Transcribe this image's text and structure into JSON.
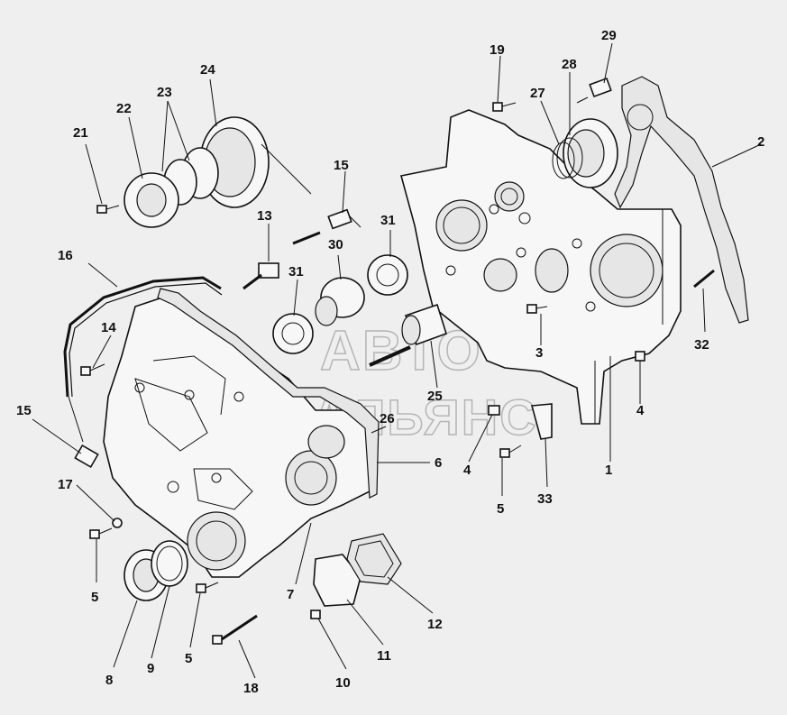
{
  "watermark": {
    "line1": "АВТО",
    "line2": "АЛЬЯНС"
  },
  "callouts": [
    {
      "id": "c1",
      "text": "1"
    },
    {
      "id": "c2",
      "text": "2"
    },
    {
      "id": "c3",
      "text": "3"
    },
    {
      "id": "c4a",
      "text": "4"
    },
    {
      "id": "c4b",
      "text": "4"
    },
    {
      "id": "c5a",
      "text": "5"
    },
    {
      "id": "c5b",
      "text": "5"
    },
    {
      "id": "c5c",
      "text": "5"
    },
    {
      "id": "c6",
      "text": "6"
    },
    {
      "id": "c7",
      "text": "7"
    },
    {
      "id": "c8",
      "text": "8"
    },
    {
      "id": "c9",
      "text": "9"
    },
    {
      "id": "c10",
      "text": "10"
    },
    {
      "id": "c11",
      "text": "11"
    },
    {
      "id": "c12",
      "text": "12"
    },
    {
      "id": "c13",
      "text": "13"
    },
    {
      "id": "c14",
      "text": "14"
    },
    {
      "id": "c15a",
      "text": "15"
    },
    {
      "id": "c15b",
      "text": "15"
    },
    {
      "id": "c16",
      "text": "16"
    },
    {
      "id": "c17",
      "text": "17"
    },
    {
      "id": "c18",
      "text": "18"
    },
    {
      "id": "c19",
      "text": "19"
    },
    {
      "id": "c21",
      "text": "21"
    },
    {
      "id": "c22",
      "text": "22"
    },
    {
      "id": "c23",
      "text": "23"
    },
    {
      "id": "c24",
      "text": "24"
    },
    {
      "id": "c25",
      "text": "25"
    },
    {
      "id": "c26",
      "text": "26"
    },
    {
      "id": "c27",
      "text": "27"
    },
    {
      "id": "c28",
      "text": "28"
    },
    {
      "id": "c29",
      "text": "29"
    },
    {
      "id": "c30",
      "text": "30"
    },
    {
      "id": "c31a",
      "text": "31"
    },
    {
      "id": "c31b",
      "text": "31"
    },
    {
      "id": "c32",
      "text": "32"
    },
    {
      "id": "c33",
      "text": "33"
    }
  ]
}
